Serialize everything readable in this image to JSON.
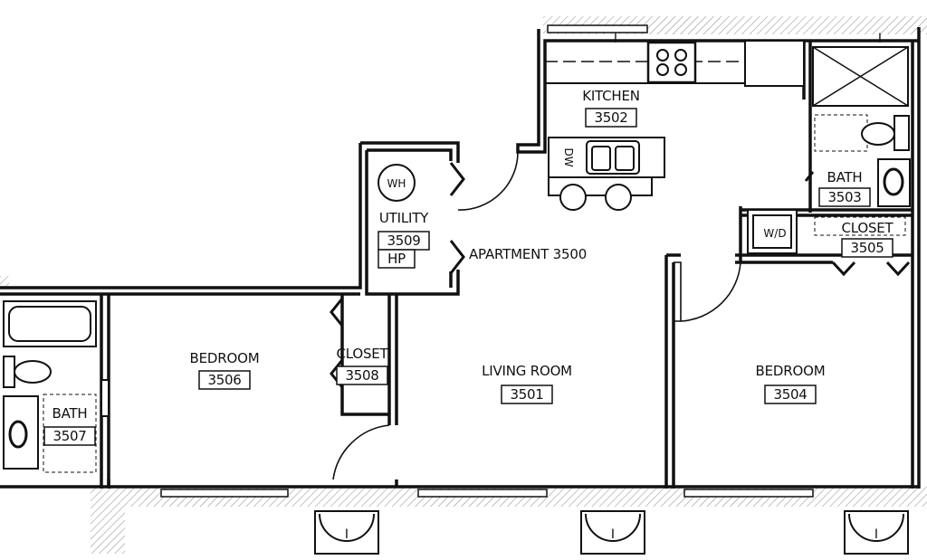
{
  "rooms": {
    "kitchen": {
      "name": "KITCHEN",
      "number": "3502"
    },
    "bath_a": {
      "name": "BATH",
      "number": "3503"
    },
    "closet_a": {
      "name": "CLOSET",
      "number": "3505"
    },
    "utility": {
      "name": "UTILITY",
      "number": "3509",
      "equipment": "HP"
    },
    "apartment": {
      "label": "APARTMENT 3500"
    },
    "bedroom_left": {
      "name": "BEDROOM",
      "number": "3506"
    },
    "closet_b": {
      "name": "CLOSET",
      "number": "3508"
    },
    "living": {
      "name": "LIVING ROOM",
      "number": "3501"
    },
    "bedroom_right": {
      "name": "BEDROOM",
      "number": "3504"
    },
    "bath_b": {
      "name": "BATH",
      "number": "3507"
    }
  },
  "fixtures": {
    "water_heater": "WH",
    "dishwasher": "DW",
    "washer_dryer": "W/D"
  },
  "column_mark": "I"
}
